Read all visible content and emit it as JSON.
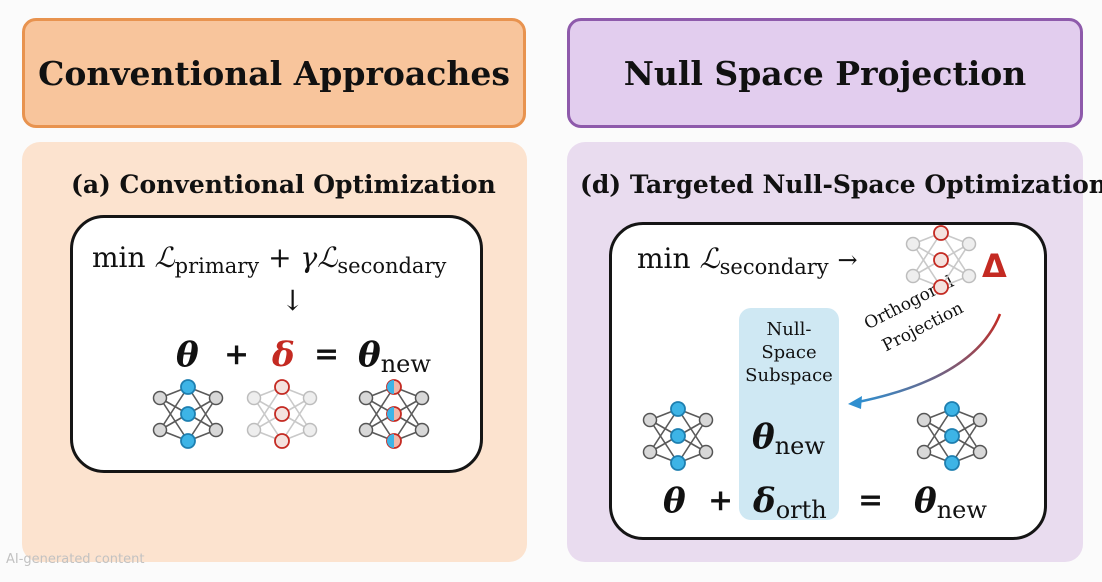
{
  "left": {
    "header": "Conventional Approaches",
    "panel_title": "(a) Conventional Optimization",
    "objective": {
      "min": "min",
      "L1": "ℒ",
      "L1_sub": "primary",
      "plus": "+",
      "gamma": "γ",
      "L2": "ℒ",
      "L2_sub": "secondary"
    },
    "arrow": "↓",
    "update": {
      "theta": "θ",
      "plus": "+",
      "delta": "δ",
      "equals": "=",
      "theta_new": "θ",
      "theta_new_sub": "new"
    }
  },
  "right": {
    "header": "Null Space Projection",
    "panel_title": "(d) Targeted Null-Space Optimization",
    "objective": {
      "min": "min",
      "L": "ℒ",
      "L_sub": "secondary",
      "arrow": "→"
    },
    "delta_big": "Δ",
    "projection_label_1": "Orthogonal",
    "projection_label_2": "Projection",
    "null_space": {
      "line1": "Null-",
      "line2": "Space",
      "line3": "Subspace",
      "theta": "θ",
      "theta_sub": "new"
    },
    "update": {
      "theta": "θ",
      "plus": "+",
      "delta": "δ",
      "delta_sub": "orth",
      "equals": "=",
      "theta_new": "θ",
      "theta_new_sub": "new"
    }
  },
  "watermark": "AI-generated content",
  "colors": {
    "orange_header": "#f8c59c",
    "purple_header": "#e2cdee",
    "accent_red": "#c42a22",
    "node_blue": "#3db4e6",
    "null_space_blue": "#cfe8f3"
  },
  "icons": [
    "neural-network-icon",
    "arrow-down-icon",
    "arrow-right-icon",
    "curved-arrow-icon"
  ]
}
